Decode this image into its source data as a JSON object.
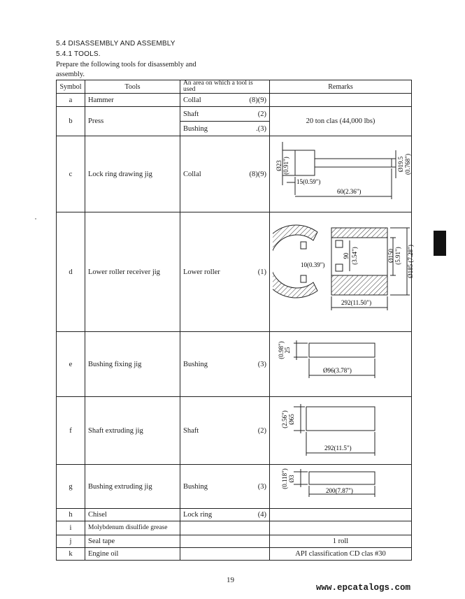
{
  "section": "5.4 DISASSEMBLY AND ASSEMBLY",
  "subsection": "5.4.1 TOOLS.",
  "intro_line1": "Prepare the following tools for disassembly and",
  "intro_line2": "assembly.",
  "table": {
    "headers": {
      "symbol": "Symbol",
      "tools": "Tools",
      "area": "An area on which a tool is used",
      "remarks": "Remarks"
    },
    "rows": [
      {
        "symbol": "a",
        "tool": "Hammer",
        "area": "Collal",
        "ref": "(8)(9)",
        "remark": ""
      },
      {
        "symbol": "b",
        "tool": "Press",
        "area": "Shaft",
        "ref": "(2)",
        "area2": "Bushing",
        "ref2": ".(3)",
        "remark": "20 ton clas (44,000 lbs)"
      },
      {
        "symbol": "c",
        "tool": "Lock ring drawing jig",
        "area": "Collal",
        "ref": "(8)(9)",
        "dims": {
          "d1": "Ø23",
          "d1i": "(0.91\")",
          "d2": "Ø19.5",
          "d2i": "(0.768\")",
          "l1": "15(0.59\")",
          "l2": "60(2.36\")"
        }
      },
      {
        "symbol": "d",
        "tool": "Lower roller receiver jig",
        "area": "Lower roller",
        "ref": "(1)",
        "dims": {
          "a": "10(0.39\")",
          "b": "90",
          "bi": "(3.54\")",
          "c": "Ø150",
          "ci": "(5.91\")",
          "e": "Ø185 (7.28\")",
          "l": "292(11.50\")"
        }
      },
      {
        "symbol": "e",
        "tool": "Bushing fixing jig",
        "area": "Bushing",
        "ref": "(3)",
        "dims": {
          "h": "25",
          "hi": "(0.98\")",
          "l": "Ø96(3.78\")"
        }
      },
      {
        "symbol": "f",
        "tool": "Shaft extruding jig",
        "area": "Shaft",
        "ref": "(2)",
        "dims": {
          "h": "Ø65",
          "hi": "(2.56\")",
          "l": "292(11.5\")"
        }
      },
      {
        "symbol": "g",
        "tool": "Bushing extruding jig",
        "area": "Bushing",
        "ref": "(3)",
        "dims": {
          "h": "Ø3",
          "hi": "(0.118\")",
          "l": "200(7.87\")"
        }
      },
      {
        "symbol": "h",
        "tool": "Chisel",
        "area": "Lock ring",
        "ref": "(4)",
        "remark": ""
      },
      {
        "symbol": "i",
        "tool": "Molybdenum disulfide grease",
        "area": "",
        "ref": "",
        "remark": ""
      },
      {
        "symbol": "j",
        "tool": "Seal tape",
        "area": "",
        "ref": "",
        "remark": "1 roll"
      },
      {
        "symbol": "k",
        "tool": "Engine oil",
        "area": "",
        "ref": "",
        "remark": "API classification CD clas #30"
      }
    ]
  },
  "page_number": "19",
  "website": "www.epcatalogs.com"
}
